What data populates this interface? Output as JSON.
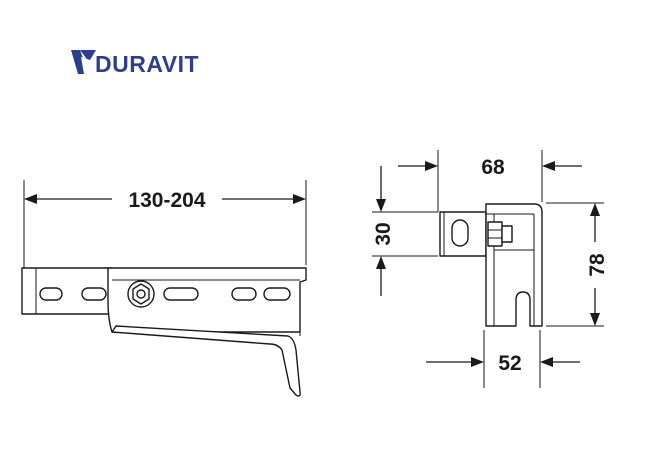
{
  "brand": {
    "name": "DURAVIT",
    "color": "#2d3e8c"
  },
  "dimensions": {
    "length_range": "130-204",
    "front_width": "68",
    "offset_height": "30",
    "total_height": "78",
    "base_width": "52"
  },
  "colors": {
    "line": "#1a1a1a",
    "background": "#ffffff"
  }
}
